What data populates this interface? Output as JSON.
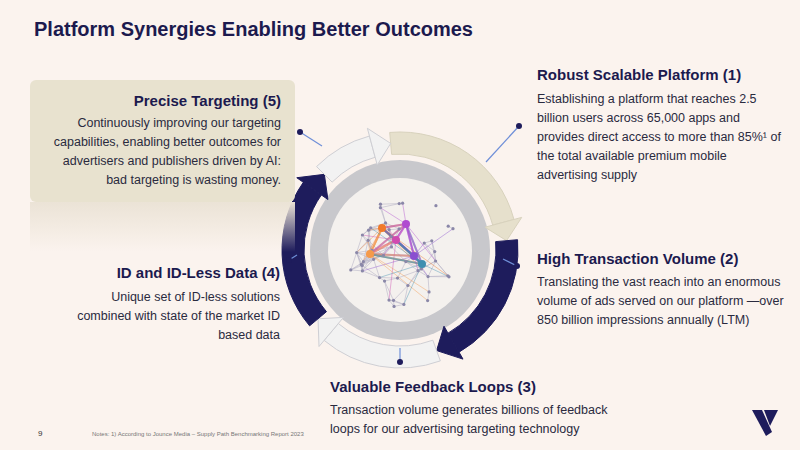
{
  "diagram": {
    "title": "Platform Synergies Enabling Better Outcomes",
    "nodes": [
      {
        "text": [
          "Precise Targeting (5)",
          "Continuously improving our targeting capabilities, enabling better outcomes for advertisers and publishers driven by AI: bad targeting is wasting money."
        ]
      }
    ],
    "labels": [
      "Robust Scalable Platform (1)",
      "Establishing a platform that reaches 2.5 billion users across 65,000 apps and provides direct access to more than 85%¹ of the total available premium mobile advertising supply",
      "High Transaction Volume (2)",
      "Translating the vast reach into an enormous volume of ads served on our platform —over 850 billion impressions annually (LTM)",
      "Valuable Feedback Loops (3)",
      "Transaction volume generates billions of feedback loops for our advertising targeting technology",
      "ID and ID-Less Data (4)",
      "Unique set of ID-less solutions combined with state of the market ID based data",
      "9",
      "Notes: 1) According to Jounce Media – Supply Path Benchmarking Report 2023"
    ]
  }
}
